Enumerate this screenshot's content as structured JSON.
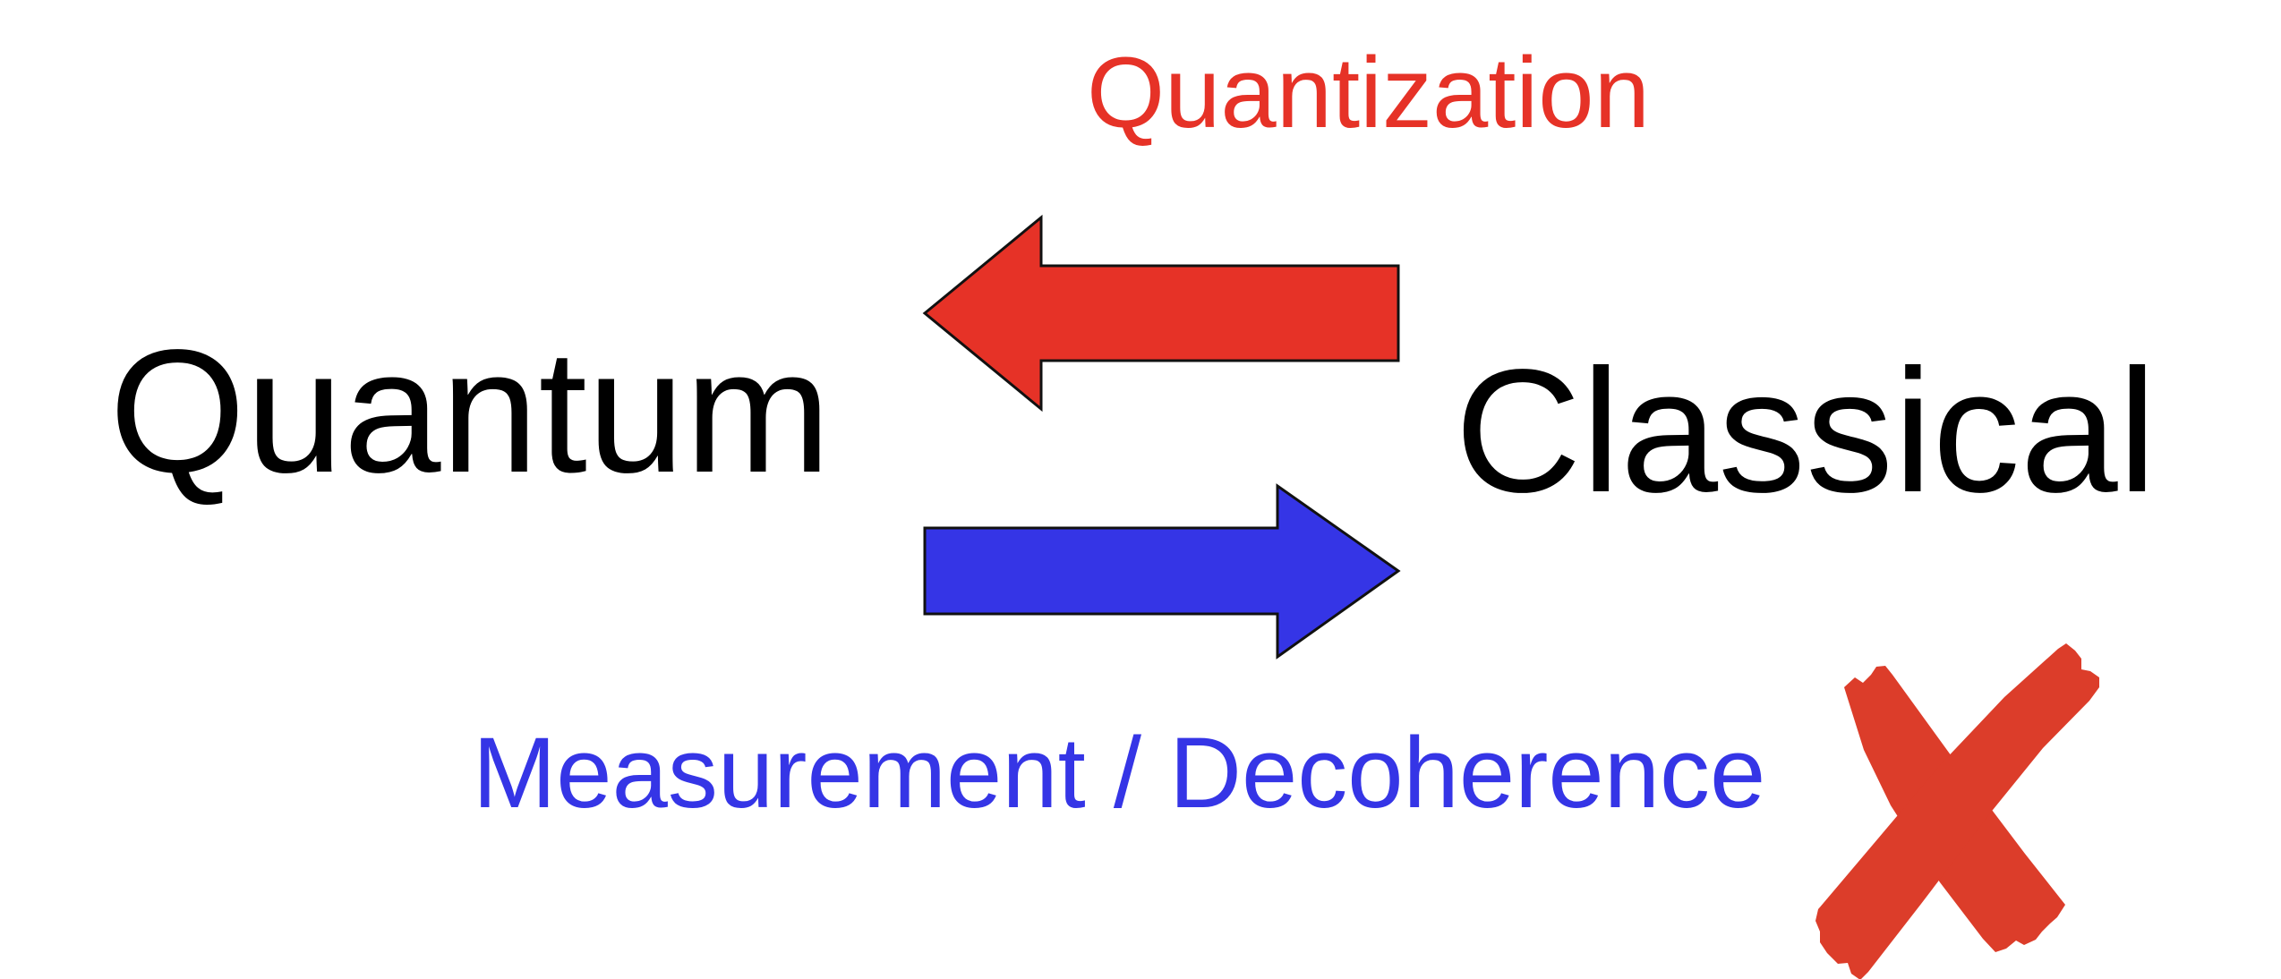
{
  "diagram": {
    "top_label": "Quantization",
    "left_node": "Quantum",
    "right_node": "Classical",
    "bottom_label": "Measurement / Decoherence"
  },
  "arrows": [
    {
      "name": "quantization-arrow",
      "direction": "left",
      "color": "#e63227"
    },
    {
      "name": "measurement-arrow",
      "direction": "right",
      "color": "#3535e6"
    }
  ],
  "cross_mark": {
    "icon": "cross-mark-icon",
    "color": "#dc3d2a"
  },
  "colors": {
    "quantization": "#e63227",
    "measurement": "#3535e6",
    "text": "#000000"
  }
}
